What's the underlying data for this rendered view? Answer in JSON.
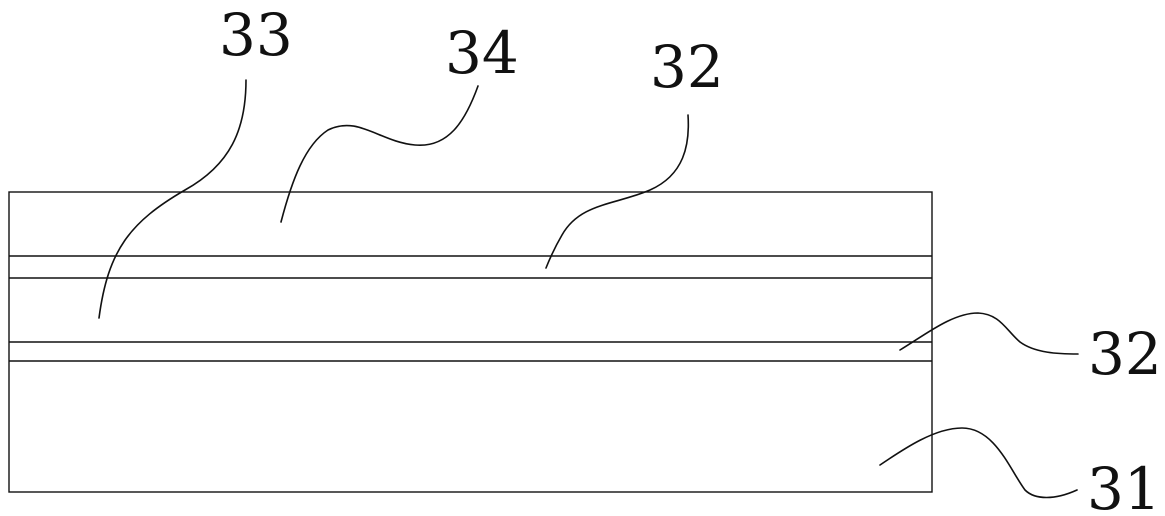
{
  "callouts": {
    "c33": "33",
    "c34": "34",
    "c32_top": "32",
    "c32_right": "32",
    "c31": "31"
  },
  "colors": {
    "line": "#111111",
    "background": "#ffffff"
  }
}
